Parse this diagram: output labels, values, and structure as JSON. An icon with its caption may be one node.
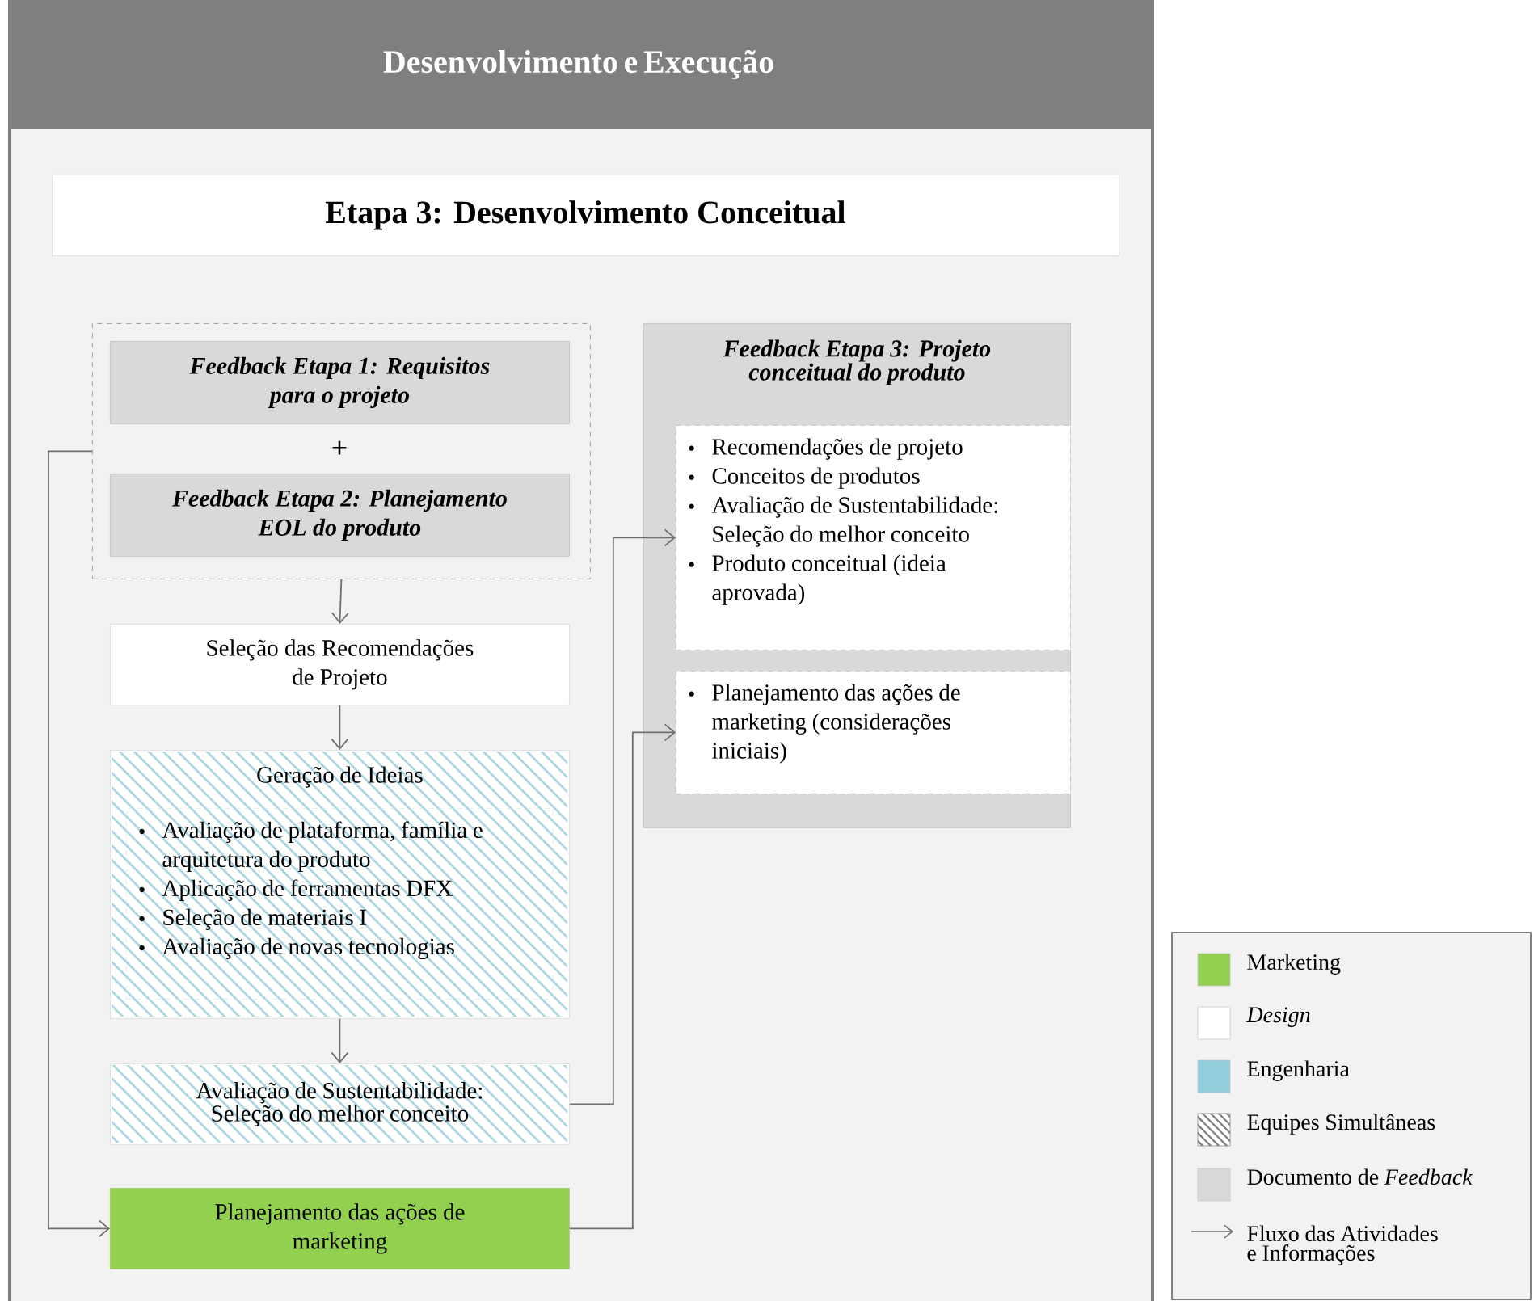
{
  "diagram": {
    "nodes": [
      {
        "text": [
          "Desenvolvimento e Execução"
        ]
      },
      {
        "text": [
          "Etapa 3: Desenvolvimento Conceitual"
        ],
        "in": 0
      },
      {
        "text": [],
        "shape": "box",
        "in": 0
      },
      {
        "text": [
          "Feedback  Etapa 1: Requisitos para o projeto"
        ],
        "in": 2
      },
      {
        "text": [
          "Feedback  Etapa 2: Planejamento EOL do produto"
        ],
        "in": 2
      },
      {
        "text": [
          "Seleção das Recomendações de Projeto"
        ],
        "in": 0
      },
      {
        "text": [
          "Geração de Ideias"
        ],
        "in": 0
      },
      {
        "text": [
          "Avaliação de plataforma, família e arquitetura do produto",
          "Aplicação de ferramentas DFX",
          "Seleção de materiais I",
          "Avaliação de novas tecnologias"
        ],
        "in": 6
      },
      {
        "text": [
          "Avaliação de Sustentabilidade: Seleção do melhor conceito"
        ],
        "in": 0
      },
      {
        "text": [
          "Planejamento das ações de marketing"
        ],
        "in": 0
      },
      {
        "text": [
          "Feedback  Etapa 3: Projeto conceitual do produto"
        ],
        "in": 0
      },
      {
        "text": [
          "Recomendações de projeto",
          "Conceitos de produtos",
          "Avaliação de Sustentabilidade: Seleção do melhor conceito",
          "Produto conceitual (ideia aprovada)"
        ],
        "in": 10
      },
      {
        "text": [
          "Planejamento das ações de marketing (considerações iniciais)"
        ],
        "in": 10
      }
    ],
    "edges": [
      {
        "from": 2,
        "to": 5,
        "arrow": "to"
      },
      {
        "from": 5,
        "to": 6,
        "arrow": "to"
      },
      {
        "from": 6,
        "to": 8,
        "arrow": "to"
      },
      {
        "from": 2,
        "to": 9,
        "arrow": "to"
      },
      {
        "from": 8,
        "to": 11,
        "arrow": "to"
      },
      {
        "from": 9,
        "to": 12,
        "arrow": "to"
      }
    ],
    "labels": [
      "+"
    ],
    "legend": [
      {
        "text": "Marketing",
        "color": "#92d050"
      },
      {
        "text": "Design",
        "color": "#ffffff"
      },
      {
        "text": "Engenharia",
        "color": "#92cddc"
      },
      {
        "text": "Equipes Simultâneas"
      },
      {
        "text": "Documento de *Feedback*",
        "color": "#d9d9d9"
      },
      {
        "text": "Fluxo das Atividades e Informações"
      }
    ]
  }
}
